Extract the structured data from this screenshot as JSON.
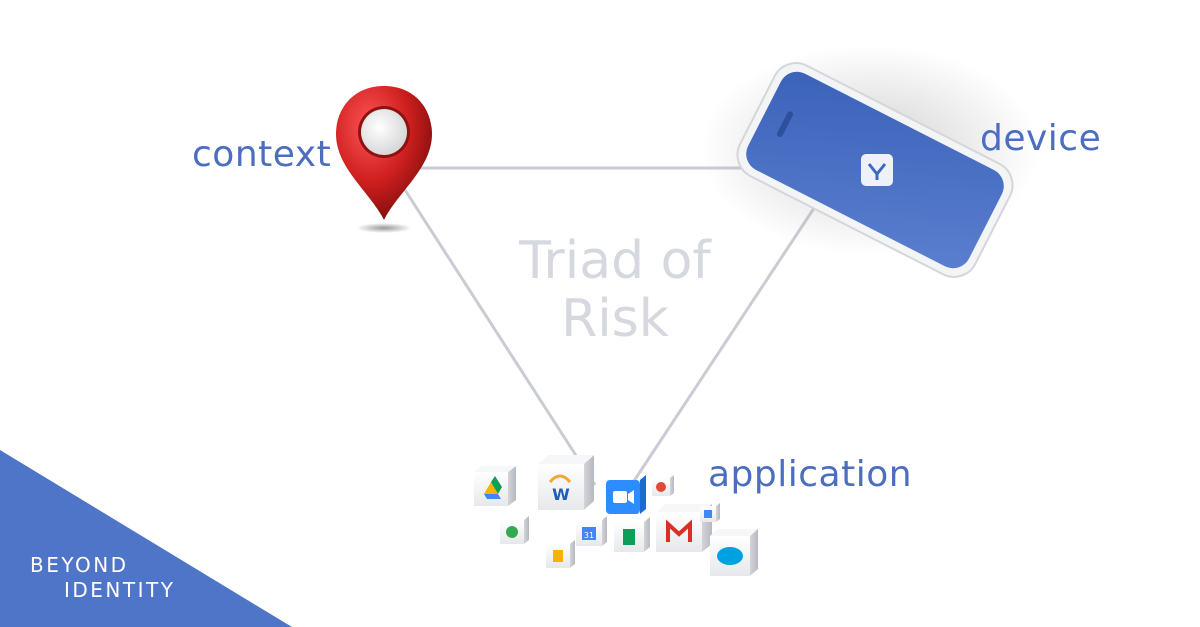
{
  "labels": {
    "context": "context",
    "device": "device",
    "application": "application"
  },
  "center_title": {
    "line1": "Triad of",
    "line2": "Risk"
  },
  "brand": {
    "line1": "BEYOND",
    "line2": "IDENTITY"
  },
  "colors": {
    "accent": "#4c6ec1",
    "brand_corner": "#4f75c9",
    "pin_red": "#c41c1c",
    "triangle_line": "#c9ccd3",
    "title_gray": "#d5d8de",
    "phone_screen": "#3f68bf"
  },
  "icons": {
    "context": "location-pin-icon",
    "device": "smartphone-icon",
    "application": "app-cubes-icon",
    "phone_app": "beyond-identity-app-icon"
  }
}
